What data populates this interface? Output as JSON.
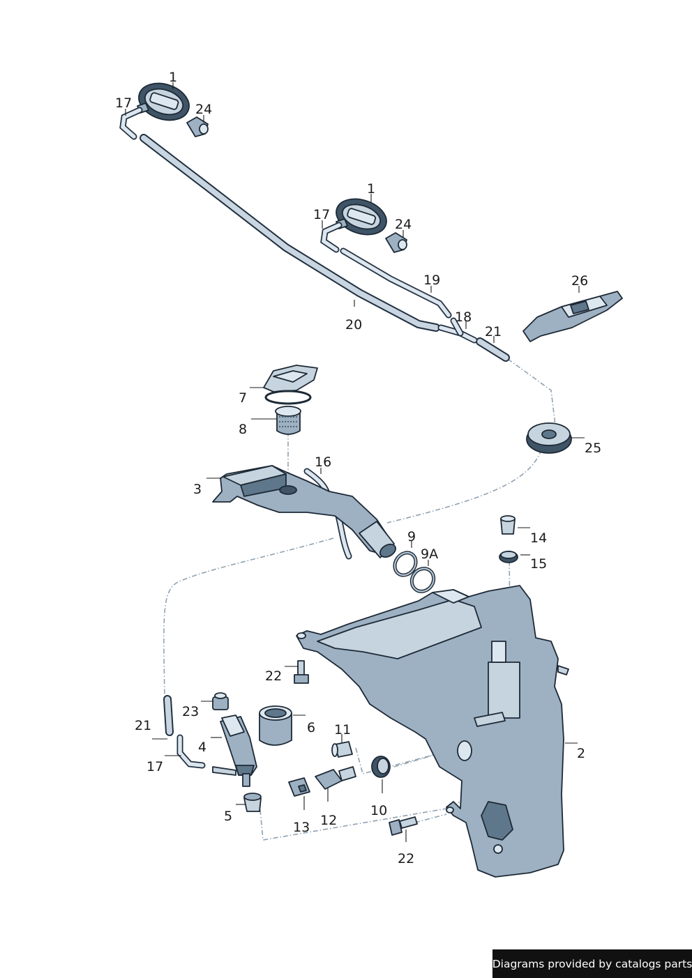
{
  "callouts": {
    "c1a": "1",
    "c1b": "1",
    "c2": "2",
    "c3": "3",
    "c4": "4",
    "c5": "5",
    "c6": "6",
    "c7": "7",
    "c8": "8",
    "c9": "9",
    "c9a": "9A",
    "c10": "10",
    "c11": "11",
    "c12": "12",
    "c13": "13",
    "c14": "14",
    "c15": "15",
    "c16": "16",
    "c17a": "17",
    "c17b": "17",
    "c17c": "17",
    "c18": "18",
    "c19": "19",
    "c20": "20",
    "c21a": "21",
    "c21b": "21",
    "c22a": "22",
    "c22b": "22",
    "c23": "23",
    "c24a": "24",
    "c24b": "24",
    "c25": "25",
    "c26": "26"
  },
  "footer": {
    "credit": "Diagrams provided by catalogs parts"
  },
  "colors": {
    "part_fill": "#9db1c3",
    "part_highlight": "#dde7ef",
    "outline": "#1d2935",
    "footer_background": "#111111",
    "footer_text": "#ffffff"
  }
}
